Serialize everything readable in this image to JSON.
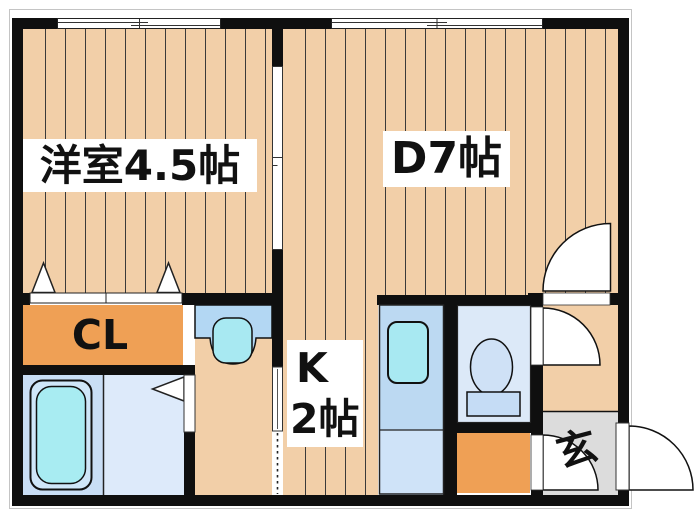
{
  "rooms": {
    "western": {
      "label": "洋室4.5帖"
    },
    "dining": {
      "label": "D7帖"
    },
    "kitchen": {
      "line1": "K",
      "line2": "2帖"
    },
    "closet": {
      "label": "CL"
    },
    "entrance": {
      "label": "玄"
    }
  },
  "colors": {
    "wall_black": "#0f0f0f",
    "wood_floor": "#f2cfa8",
    "closet_orange": "#efa055",
    "entrance_gray": "#dcdcdc",
    "bathroom_blue": "#c9def5",
    "changing_room_blue": "#ddeafa",
    "laundry_blue_top": "#bcd9f2",
    "laundry_blue_bottom": "#cfe3f8",
    "toilet_floor_blue": "#dce9f8",
    "fixture_cyan": "#a8e9f2"
  }
}
